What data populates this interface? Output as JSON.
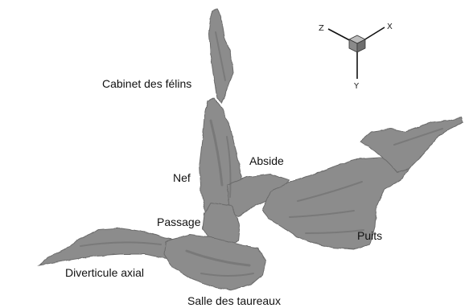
{
  "labels": {
    "cabinet": "Cabinet des félins",
    "abside": "Abside",
    "nef": "Nef",
    "passage": "Passage",
    "puits": "Puits",
    "diverticule": "Diverticule axial",
    "salle": "Salle des taureaux"
  },
  "axes": {
    "z": "Z",
    "x": "X",
    "y": "Y"
  },
  "colors": {
    "cave": "#8c8c8c",
    "cave_shadow": "#6b6b6b",
    "cave_highlight": "#a6a6a6",
    "cube_top": "#bdbdbd",
    "cube_left": "#8a8a8a",
    "cube_right": "#6e6e6e"
  }
}
